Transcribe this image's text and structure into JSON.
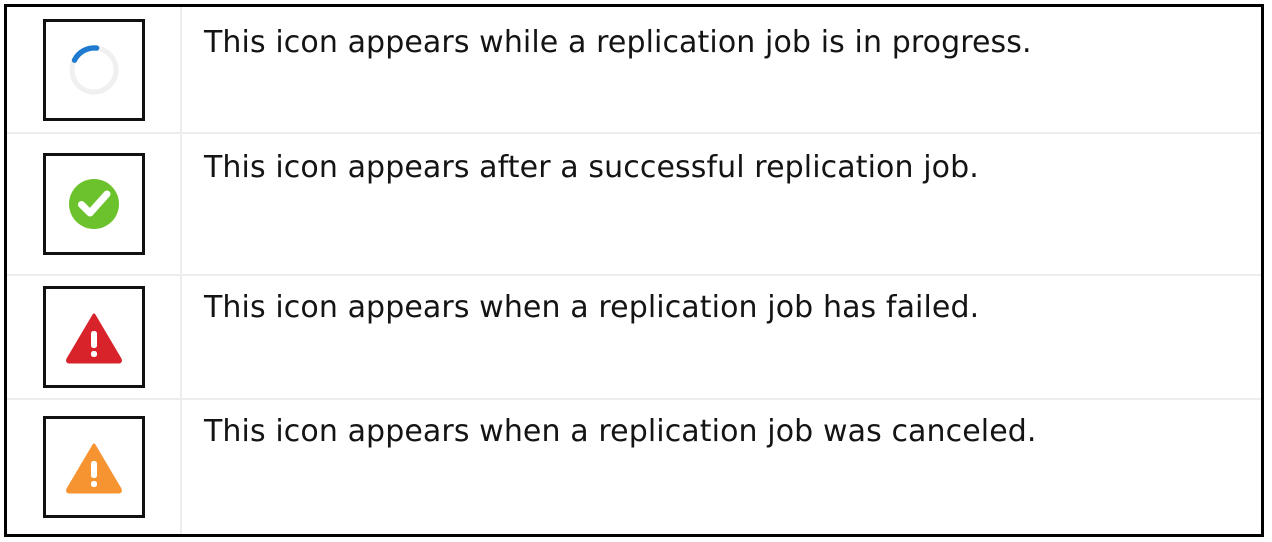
{
  "legend": {
    "rows": [
      {
        "icon_name": "replication-in-progress-spinner-icon",
        "icon_type": "spinner",
        "description": "This icon appears while a replication job is in progress."
      },
      {
        "icon_name": "replication-success-check-icon",
        "icon_type": "check-circle",
        "description": "This icon appears after a successful replication job."
      },
      {
        "icon_name": "replication-failed-warning-icon",
        "icon_type": "warning-triangle",
        "description": "This icon appears when a replication job has failed."
      },
      {
        "icon_name": "replication-canceled-warning-icon",
        "icon_type": "warning-triangle",
        "description": "This icon appears when a replication job was canceled."
      }
    ]
  },
  "colors": {
    "spinner_arc": "#1f7bcf",
    "spinner_track": "#f0f0f0",
    "success_green": "#6cc22c",
    "failed_red": "#d8232a",
    "canceled_orange": "#f79432",
    "icon_box_border": "#111111",
    "table_border": "#000000",
    "row_divider": "#ededed",
    "text": "#141414"
  }
}
